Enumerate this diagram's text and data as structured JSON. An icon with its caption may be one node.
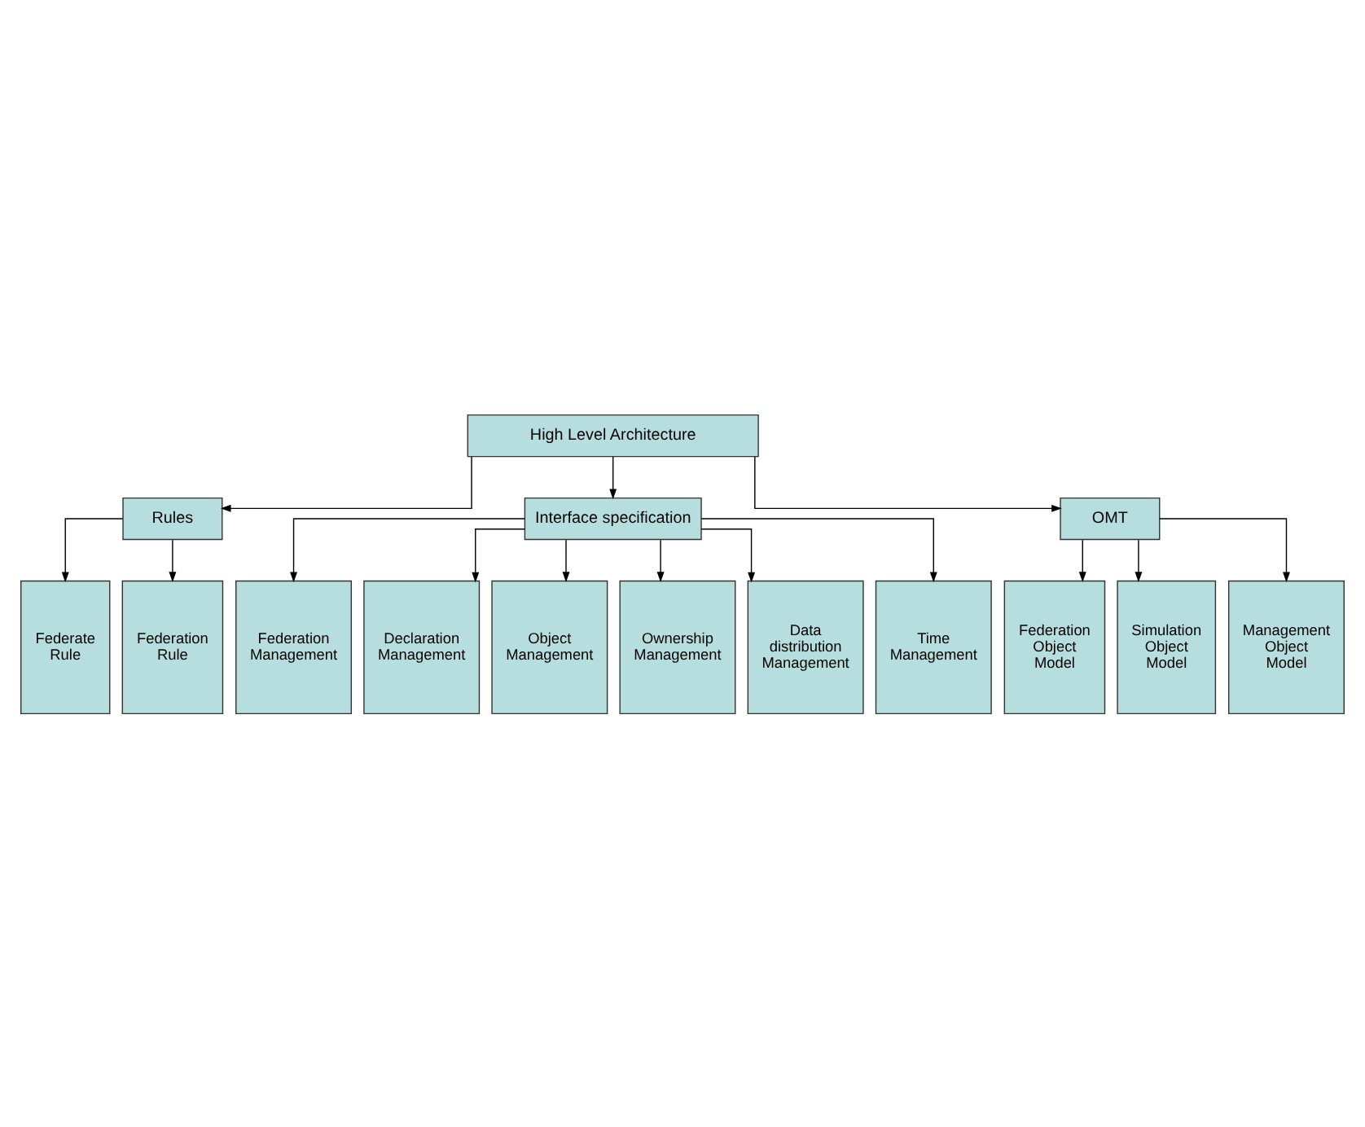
{
  "diagram": {
    "nodes": [
      {
        "text": [
          "High Level Architecture"
        ]
      },
      {
        "text": [
          "Rules"
        ]
      },
      {
        "text": [
          "Interface specification"
        ]
      },
      {
        "text": [
          "OMT"
        ]
      },
      {
        "text": [
          "Federate Rule"
        ]
      },
      {
        "text": [
          "Federation Rule"
        ]
      },
      {
        "text": [
          "Federation Management"
        ]
      },
      {
        "text": [
          "Declaration Management"
        ]
      },
      {
        "text": [
          "Object Management"
        ]
      },
      {
        "text": [
          "Ownership Management"
        ]
      },
      {
        "text": [
          "Data distribution Management"
        ]
      },
      {
        "text": [
          "Time Management"
        ]
      },
      {
        "text": [
          "Federation Object Model"
        ]
      },
      {
        "text": [
          "Simulation Object Model"
        ]
      },
      {
        "text": [
          "Management Object Model"
        ]
      }
    ],
    "edges": [
      {
        "from": 0,
        "to": 1,
        "arrow": "to"
      },
      {
        "from": 0,
        "to": 2,
        "arrow": "to"
      },
      {
        "from": 0,
        "to": 3,
        "arrow": "to"
      },
      {
        "from": 1,
        "to": 4,
        "arrow": "to"
      },
      {
        "from": 1,
        "to": 5,
        "arrow": "to"
      },
      {
        "from": 2,
        "to": 6,
        "arrow": "to"
      },
      {
        "from": 2,
        "to": 7,
        "arrow": "to"
      },
      {
        "from": 2,
        "to": 8,
        "arrow": "to"
      },
      {
        "from": 2,
        "to": 9,
        "arrow": "to"
      },
      {
        "from": 2,
        "to": 10,
        "arrow": "to"
      },
      {
        "from": 2,
        "to": 11,
        "arrow": "to"
      },
      {
        "from": 3,
        "to": 12,
        "arrow": "to"
      },
      {
        "from": 3,
        "to": 13,
        "arrow": "to"
      },
      {
        "from": 3,
        "to": 14,
        "arrow": "to"
      }
    ]
  }
}
